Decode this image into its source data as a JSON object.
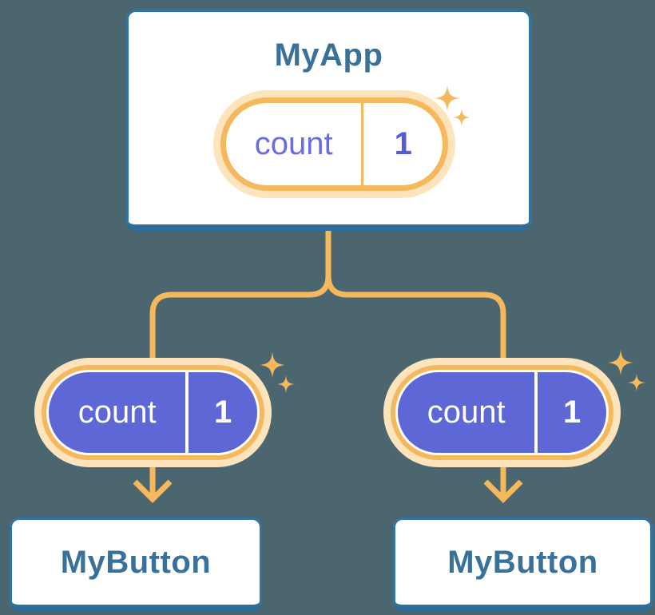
{
  "diagram_title": "component tree with shared state",
  "root_card": {
    "title": "MyApp",
    "state_pill": {
      "label": "count",
      "value": "1"
    }
  },
  "left_branch": {
    "prop_pill": {
      "label": "count",
      "value": "1"
    },
    "card": {
      "title": "MyButton"
    }
  },
  "right_branch": {
    "prop_pill": {
      "label": "count",
      "value": "1"
    },
    "card": {
      "title": "MyButton"
    }
  },
  "icons": {
    "sparkle": "sparkle-icon (four-point star ✦, one large + one small per pill)",
    "arrow": "arrow-down-icon (orange chevron arrow)"
  },
  "palette": {
    "background": "#4B666E",
    "card_background": "#FFFFFF",
    "card_border": "#3174A2",
    "card_border_bottom": "#2C6D9C",
    "heading_text": "#38719A",
    "wire_orange": "#F6B85D",
    "pill_halo_peach": "#FDE4BC",
    "pill_purple_fill": "#5E67D6",
    "pill_label_purple": "#6B6BE2",
    "pill_value_purple": "#575CDB",
    "pill_text_white": "#FFFFFF"
  }
}
